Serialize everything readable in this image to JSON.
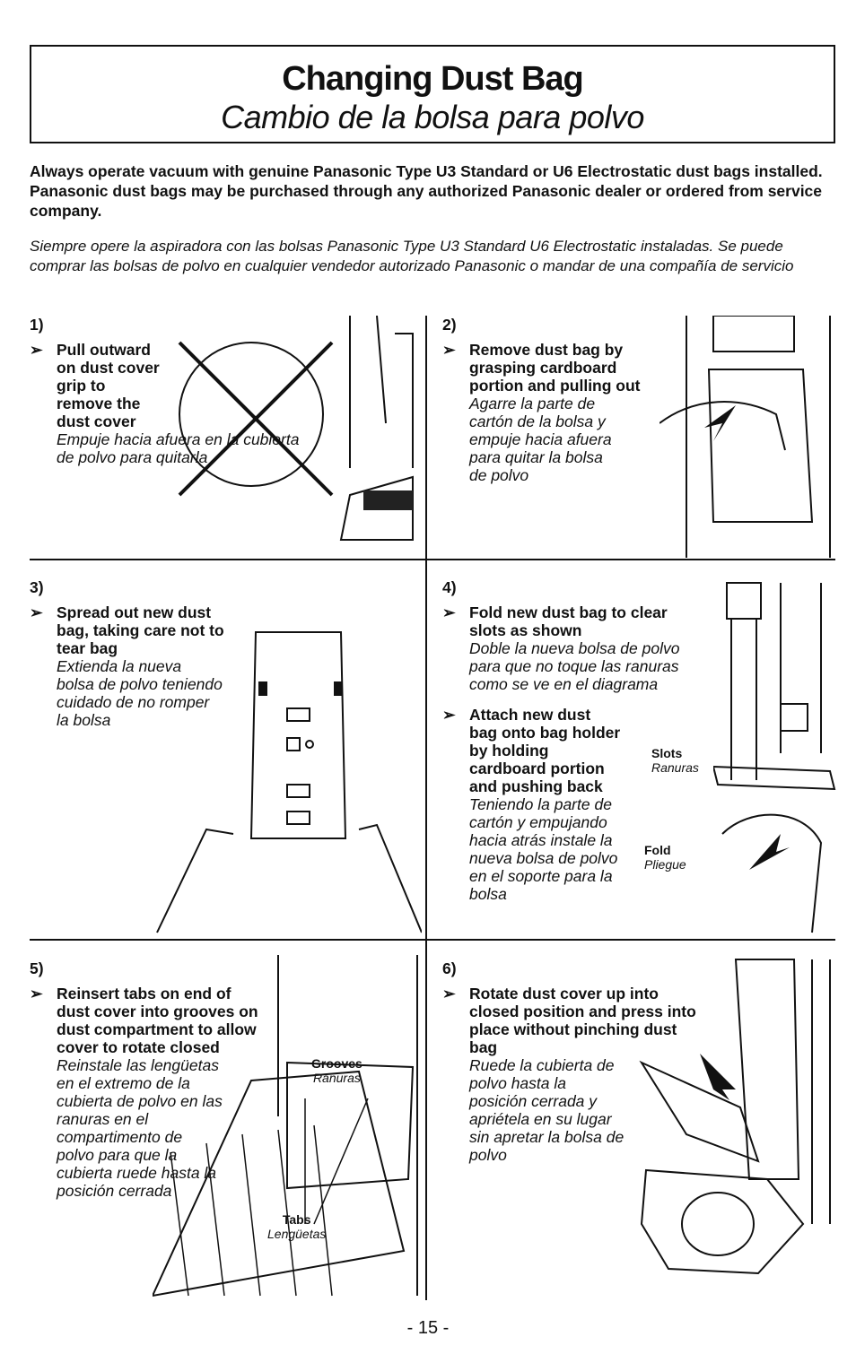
{
  "header": {
    "title_en": "Changing Dust Bag",
    "title_es": "Cambio de la bolsa para polvo"
  },
  "intro": {
    "en": "Always operate vacuum with genuine Panasonic Type U3 Standard or U6 Electrostatic dust bags installed. Panasonic dust bags may be purchased through any authorized Panasonic dealer or ordered from service company.",
    "es": "Siempre opere la aspiradora con las bolsas Panasonic Type U3 Standard U6 Electrostatic instaladas. Se puede comprar las bolsas de polvo en cualquier vendedor autorizado Panasonic o mandar de una compañía de servicio"
  },
  "steps": [
    {
      "num": "1)",
      "en": "Pull outward on dust cover grip to remove the dust cover",
      "es": "Empuje hacia afuera en la cubierta de polvo para quitarla"
    },
    {
      "num": "2)",
      "en": "Remove dust bag by grasping cardboard portion and pulling out",
      "es": "Agarre la parte de cartón de la bolsa y empuje hacia afuera para quitar la bolsa de polvo"
    },
    {
      "num": "3)",
      "en": "Spread out new dust bag, taking care not to tear bag",
      "es": "Extienda la nueva bolsa de polvo teniendo cuidado de no romper la bolsa"
    },
    {
      "num": "4)",
      "en": "Fold new dust bag to clear slots as shown",
      "es": "Doble la nueva bolsa de polvo para que no toque las ranuras como se ve en el diagrama",
      "en2": "Attach new dust bag onto bag holder by holding cardboard portion and pushing back",
      "es2": "Teniendo la parte de cartón y empujando hacia atrás instale la nueva bolsa de polvo en el soporte para la bolsa"
    },
    {
      "num": "5)",
      "en": "Reinsert tabs on end of dust cover into grooves on dust compartment to allow cover to rotate closed",
      "es": "Reinstale las lengüetas en el extremo de la cubierta de polvo en las ranuras en el compartimento de polvo para que la cubierta ruede hasta la posición cerrada"
    },
    {
      "num": "6)",
      "en": "Rotate dust cover up into closed position and press into place without pinching dust bag",
      "es": "Ruede la cubierta de polvo hasta la posición cerrada y apriétela en su lugar sin apretar la bolsa de polvo"
    }
  ],
  "labels": {
    "slots_en": "Slots",
    "slots_es": "Ranuras",
    "fold_en": "Fold",
    "fold_es": "Pliegue",
    "grooves_en": "Grooves",
    "grooves_es": "Ranuras",
    "tabs_en": "Tabs",
    "tabs_es": "Lengüetas"
  },
  "arrow_glyph": "➢",
  "page_number": "- 15 -"
}
